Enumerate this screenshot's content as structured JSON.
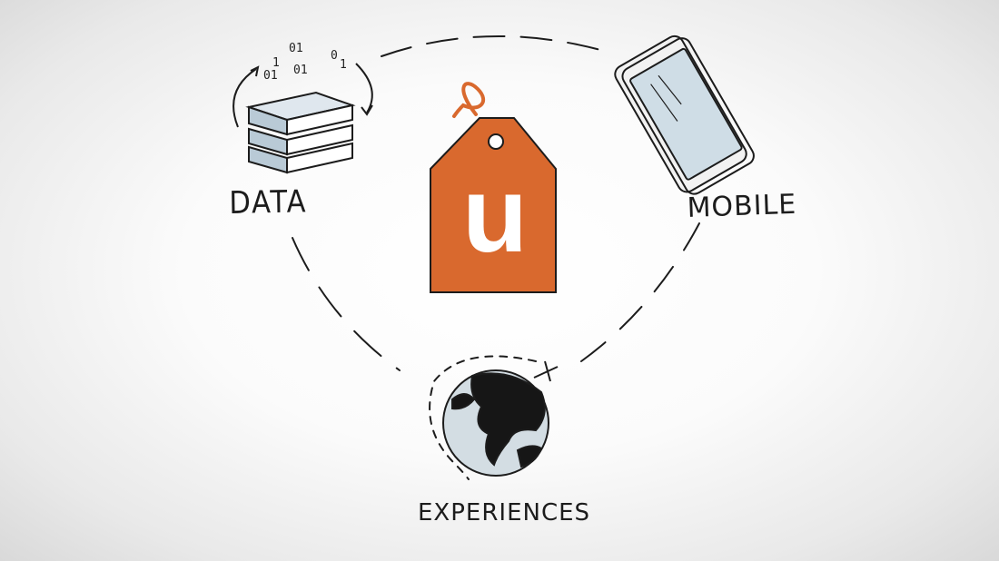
{
  "diagram": {
    "center_logo": {
      "letter": "u",
      "fill_color": "#d9692e"
    },
    "nodes": [
      {
        "id": "data",
        "label": "DATA",
        "icon": "stacked-database-icon"
      },
      {
        "id": "mobile",
        "label": "MOBILE",
        "icon": "smartphone-icon"
      },
      {
        "id": "experiences",
        "label": "EXPERIENCES",
        "icon": "globe-icon"
      }
    ],
    "binary_bits": [
      "01",
      "1",
      "01",
      "01",
      "0",
      "1"
    ],
    "colors": {
      "ink": "#1c1c1c",
      "accent": "#d9692e",
      "screen": "#cfdde6",
      "disk": "#b9cad6"
    }
  }
}
